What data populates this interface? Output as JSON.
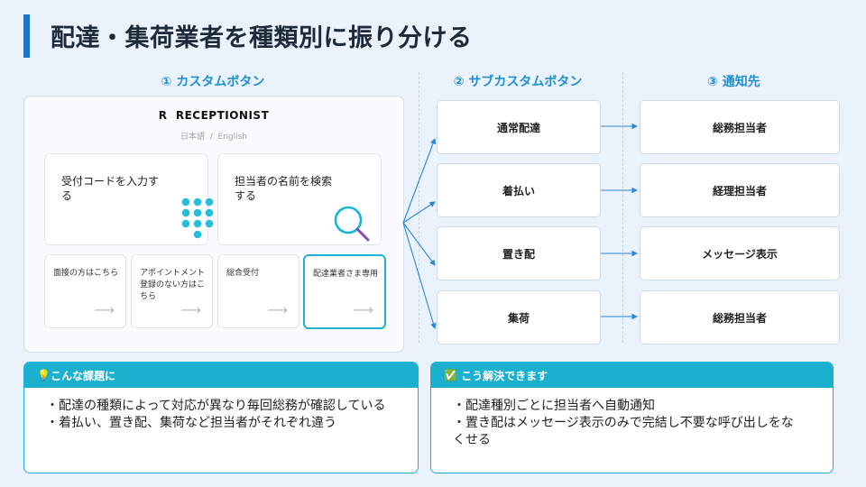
{
  "page": {
    "title": "配達・集荷業者を種類別に振り分ける"
  },
  "columns": {
    "custom": "① カスタムボタン",
    "sub": "② サブカスタムボタン",
    "notify": "③ 通知先"
  },
  "panel": {
    "brand_mark": "R",
    "brand_name": "RECEPTIONIST",
    "lang_ja": "日本語",
    "lang_sep": "/",
    "lang_en": "English",
    "code_card": "受付コードを入力する",
    "search_card": "担当者の名前を検索する",
    "small_cards": [
      "面接の方はこちら",
      "アポイントメント登録のない方はこちら",
      "総合受付",
      "配達業者さま専用"
    ],
    "arrow_glyph": "⟶"
  },
  "sub_buttons": [
    "通常配達",
    "着払い",
    "置き配",
    "集荷"
  ],
  "notify_targets": [
    "総務担当者",
    "経理担当者",
    "メッセージ表示",
    "総務担当者"
  ],
  "problem": {
    "icon": "💡",
    "title": "こんな課題に",
    "lines": [
      "・配達の種類によって対応が異なり毎回総務が確認している",
      "・着払い、置き配、集荷など担当者がそれぞれ違う"
    ]
  },
  "solution": {
    "icon": "✅",
    "title": "こう解決できます",
    "lines": [
      "・配達種別ごとに担当者へ自動通知",
      "・置き配はメッセージ表示のみで完結し不要な呼び出しをなくせる"
    ]
  },
  "colors": {
    "accent": "#1bb0cf",
    "title_bar": "#1f74c8",
    "column_head": "#1e8fd0",
    "connector": "#2b87d4",
    "search_icon": "#19b5d6",
    "search_handle": "#8a4fb6",
    "keypad": "#22bedc"
  }
}
